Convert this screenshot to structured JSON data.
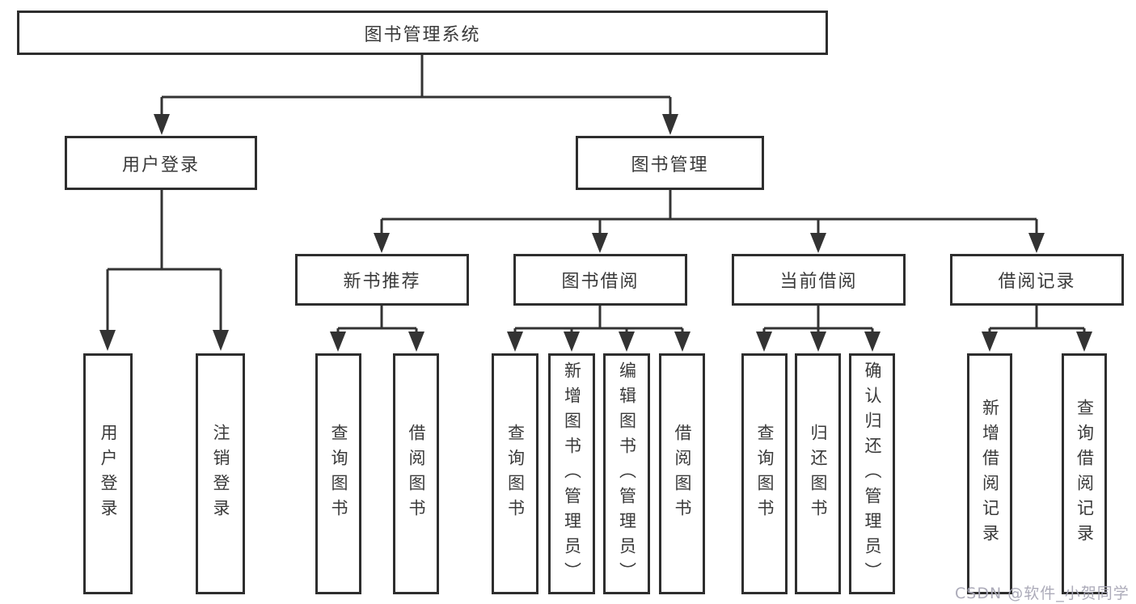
{
  "diagram": {
    "title": "图书管理系统",
    "type": "function-structure-tree",
    "watermark": "CSDN @软件_小贺同学",
    "colors": {
      "line": "#333333",
      "border": "#2e2e2e",
      "text": "#3a3a3a",
      "background": "#ffffff",
      "watermark": "#a8a6b5"
    },
    "tree": {
      "label": "图书管理系统",
      "children": [
        {
          "label": "用户登录",
          "children": [
            {
              "label": "用户登录"
            },
            {
              "label": "注销登录"
            }
          ]
        },
        {
          "label": "图书管理",
          "children": [
            {
              "label": "新书推荐",
              "children": [
                {
                  "label": "查询图书"
                },
                {
                  "label": "借阅图书"
                }
              ]
            },
            {
              "label": "图书借阅",
              "children": [
                {
                  "label": "查询图书"
                },
                {
                  "label": "新增图书（管理员）"
                },
                {
                  "label": "编辑图书（管理员）"
                },
                {
                  "label": "借阅图书"
                }
              ]
            },
            {
              "label": "当前借阅",
              "children": [
                {
                  "label": "查询图书"
                },
                {
                  "label": "归还图书"
                },
                {
                  "label": "确认归还（管理员）"
                }
              ]
            },
            {
              "label": "借阅记录",
              "children": [
                {
                  "label": "新增借阅记录"
                },
                {
                  "label": "查询借阅记录"
                }
              ]
            }
          ]
        }
      ]
    }
  }
}
